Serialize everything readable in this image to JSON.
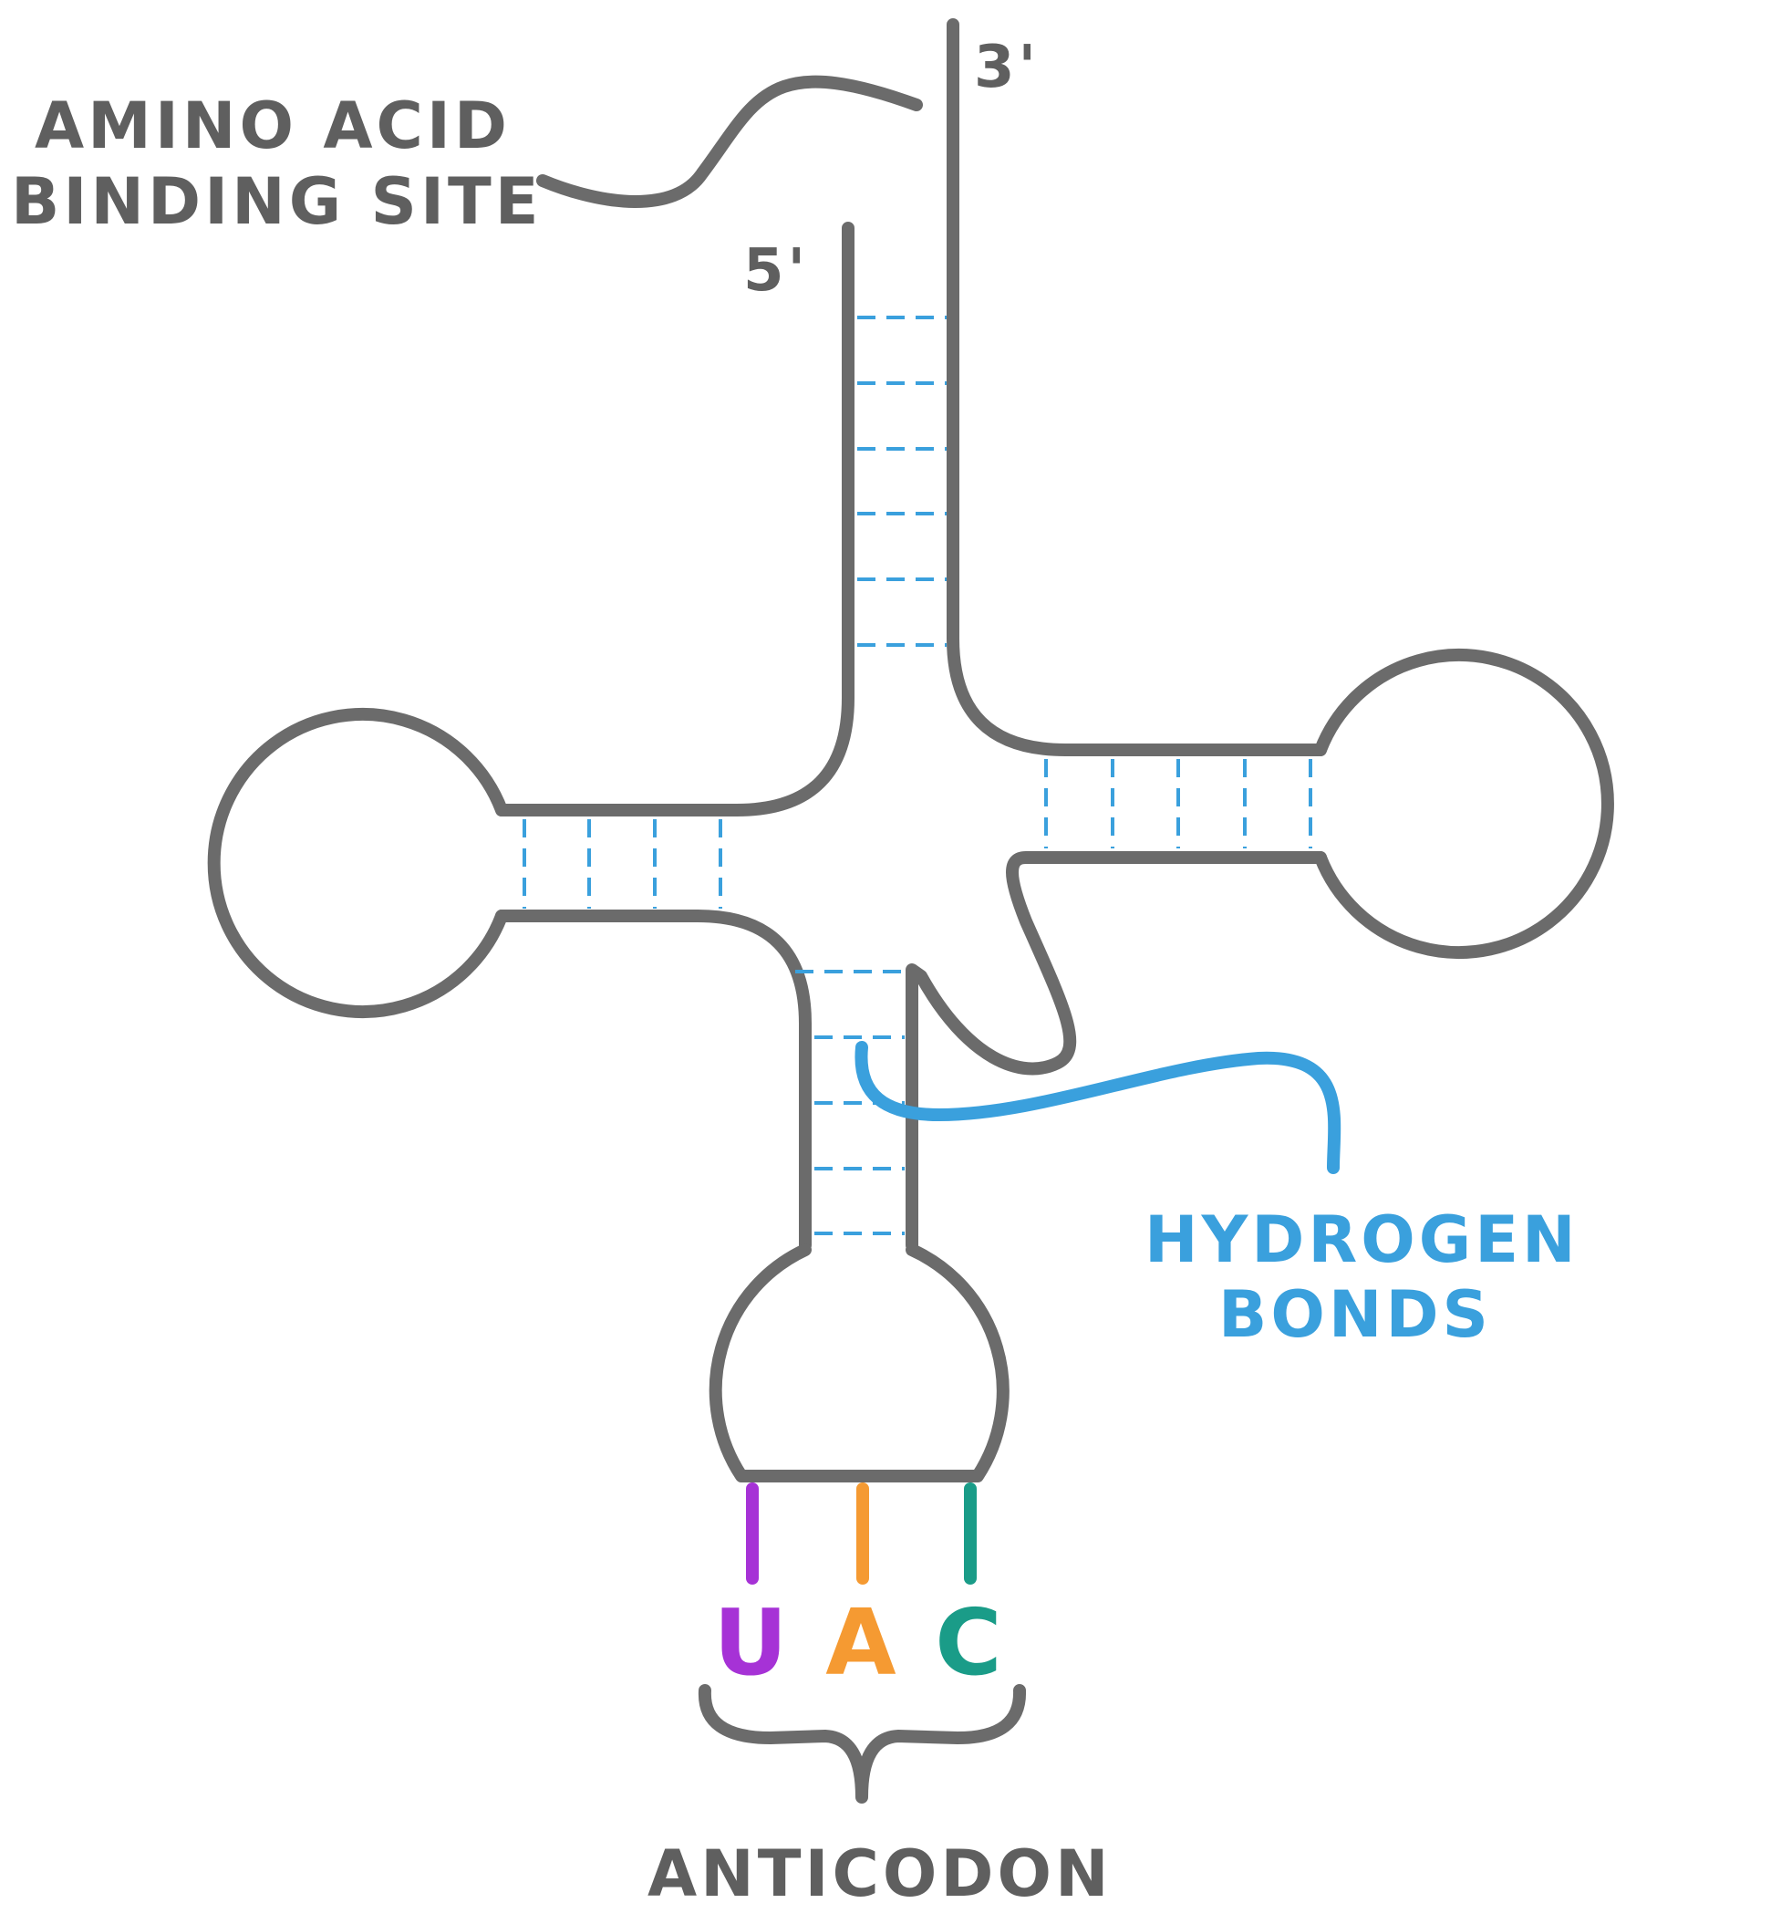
{
  "labels": {
    "amino_line1": "AMINO ACID",
    "amino_line2": "BINDING SITE",
    "three_prime": "3'",
    "five_prime": "5'",
    "hbonds_line1": "HYDROGEN",
    "hbonds_line2": "BONDS",
    "anticodon": "ANTICODON"
  },
  "anticodon_bases": [
    {
      "letter": "U",
      "color": "#a632d6"
    },
    {
      "letter": "A",
      "color": "#f59a32"
    },
    {
      "letter": "C",
      "color": "#1a9c88"
    }
  ],
  "colors": {
    "backbone": "#6b6b6b",
    "hbond": "#3aa0dd",
    "text": "#5f5f5f"
  }
}
